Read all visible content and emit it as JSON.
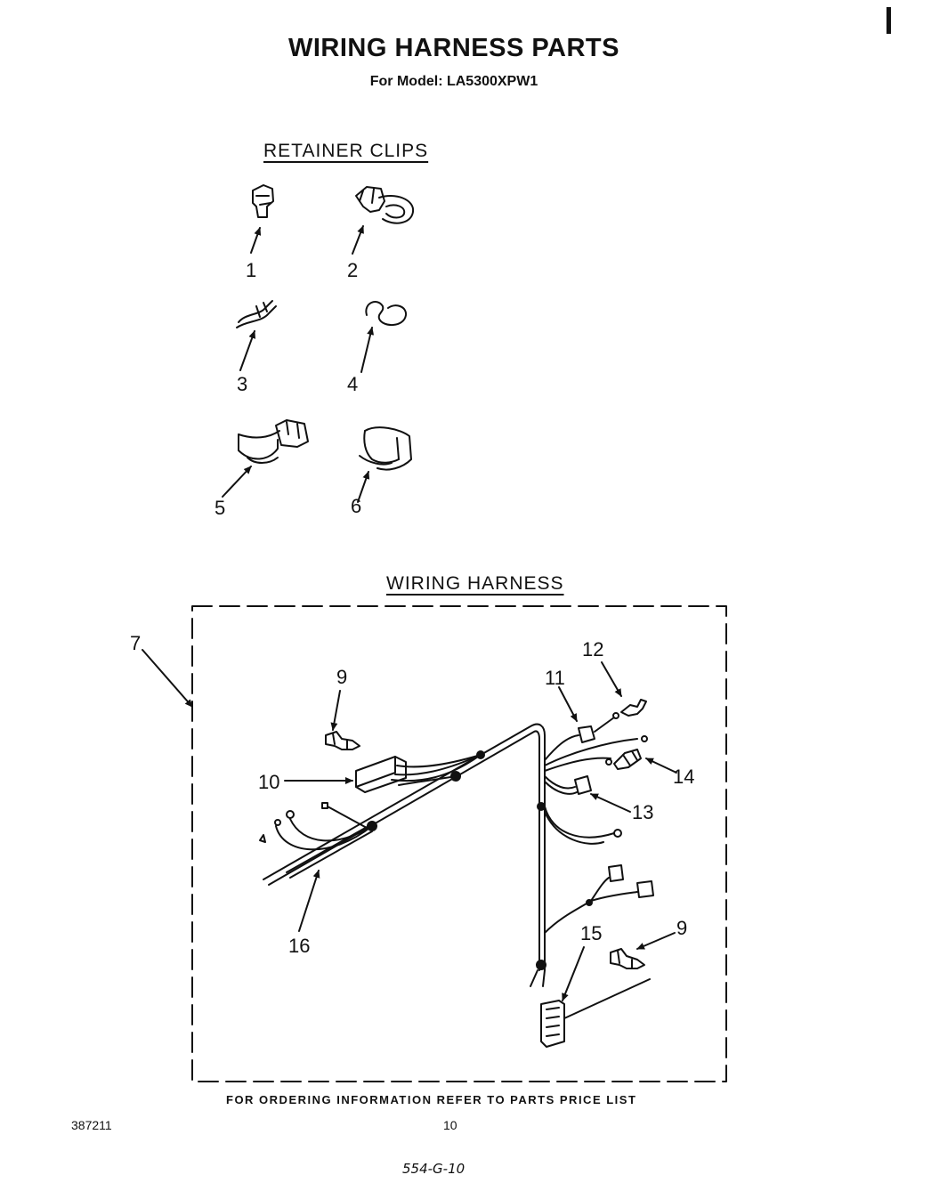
{
  "header": {
    "title": "WIRING HARNESS PARTS",
    "subtitle": "For Model: LA5300XPW1"
  },
  "sections": {
    "retainer_clips": "RETAINER CLIPS",
    "wiring_harness": "WIRING HARNESS"
  },
  "part_labels": {
    "p1": "1",
    "p2": "2",
    "p3": "3",
    "p4": "4",
    "p5": "5",
    "p6": "6",
    "p7": "7",
    "p9a": "9",
    "p9b": "9",
    "p10": "10",
    "p11": "11",
    "p12": "12",
    "p13": "13",
    "p14": "14",
    "p15": "15",
    "p16": "16"
  },
  "footer": {
    "ordering_note": "FOR ORDERING INFORMATION REFER TO PARTS PRICE LIST",
    "doc_number": "387211",
    "page_number": "10",
    "handwritten_note": "554-G-10"
  }
}
